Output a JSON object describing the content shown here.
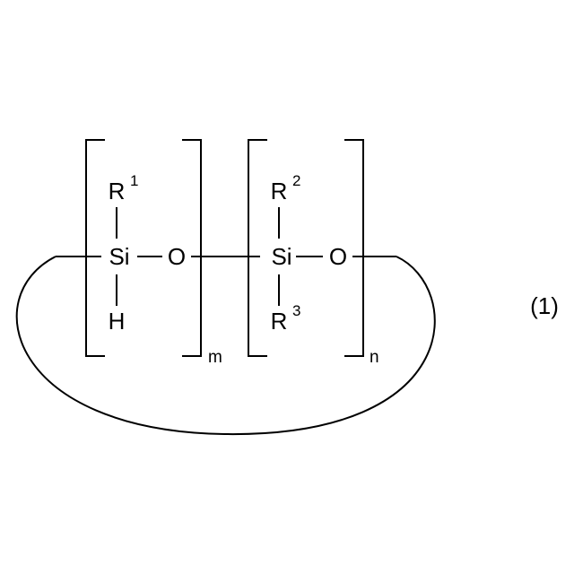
{
  "structure": {
    "unit1": {
      "top_group": "R",
      "top_superscript": "1",
      "center_atom": "Si",
      "bridge_atom": "O",
      "bottom_atom": "H",
      "repeat_subscript": "m"
    },
    "unit2": {
      "top_group": "R",
      "top_superscript": "2",
      "center_atom": "Si",
      "bridge_atom": "O",
      "bottom_group": "R",
      "bottom_superscript": "3",
      "repeat_subscript": "n"
    }
  },
  "equation_number": "(1)"
}
